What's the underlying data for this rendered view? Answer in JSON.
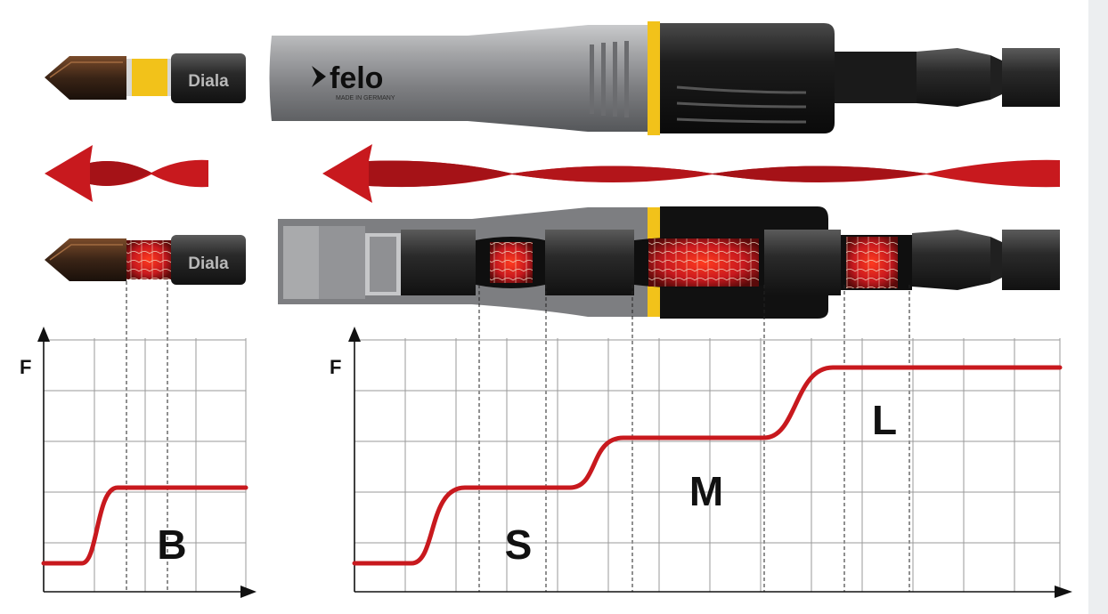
{
  "brand": {
    "logo_text": "felo",
    "tagline": "MADE IN GERMANY",
    "bit_marking": "Diala"
  },
  "colors": {
    "accent_yellow": "#f2c21a",
    "torsion_red": "#c8191e",
    "holder_grey": "#8d8e90",
    "body_black": "#1c1c1c"
  },
  "left_graph": {
    "axis_label": "F",
    "zone_label": "B"
  },
  "right_graph": {
    "axis_label": "F",
    "zone_labels": [
      "S",
      "M",
      "L"
    ]
  }
}
